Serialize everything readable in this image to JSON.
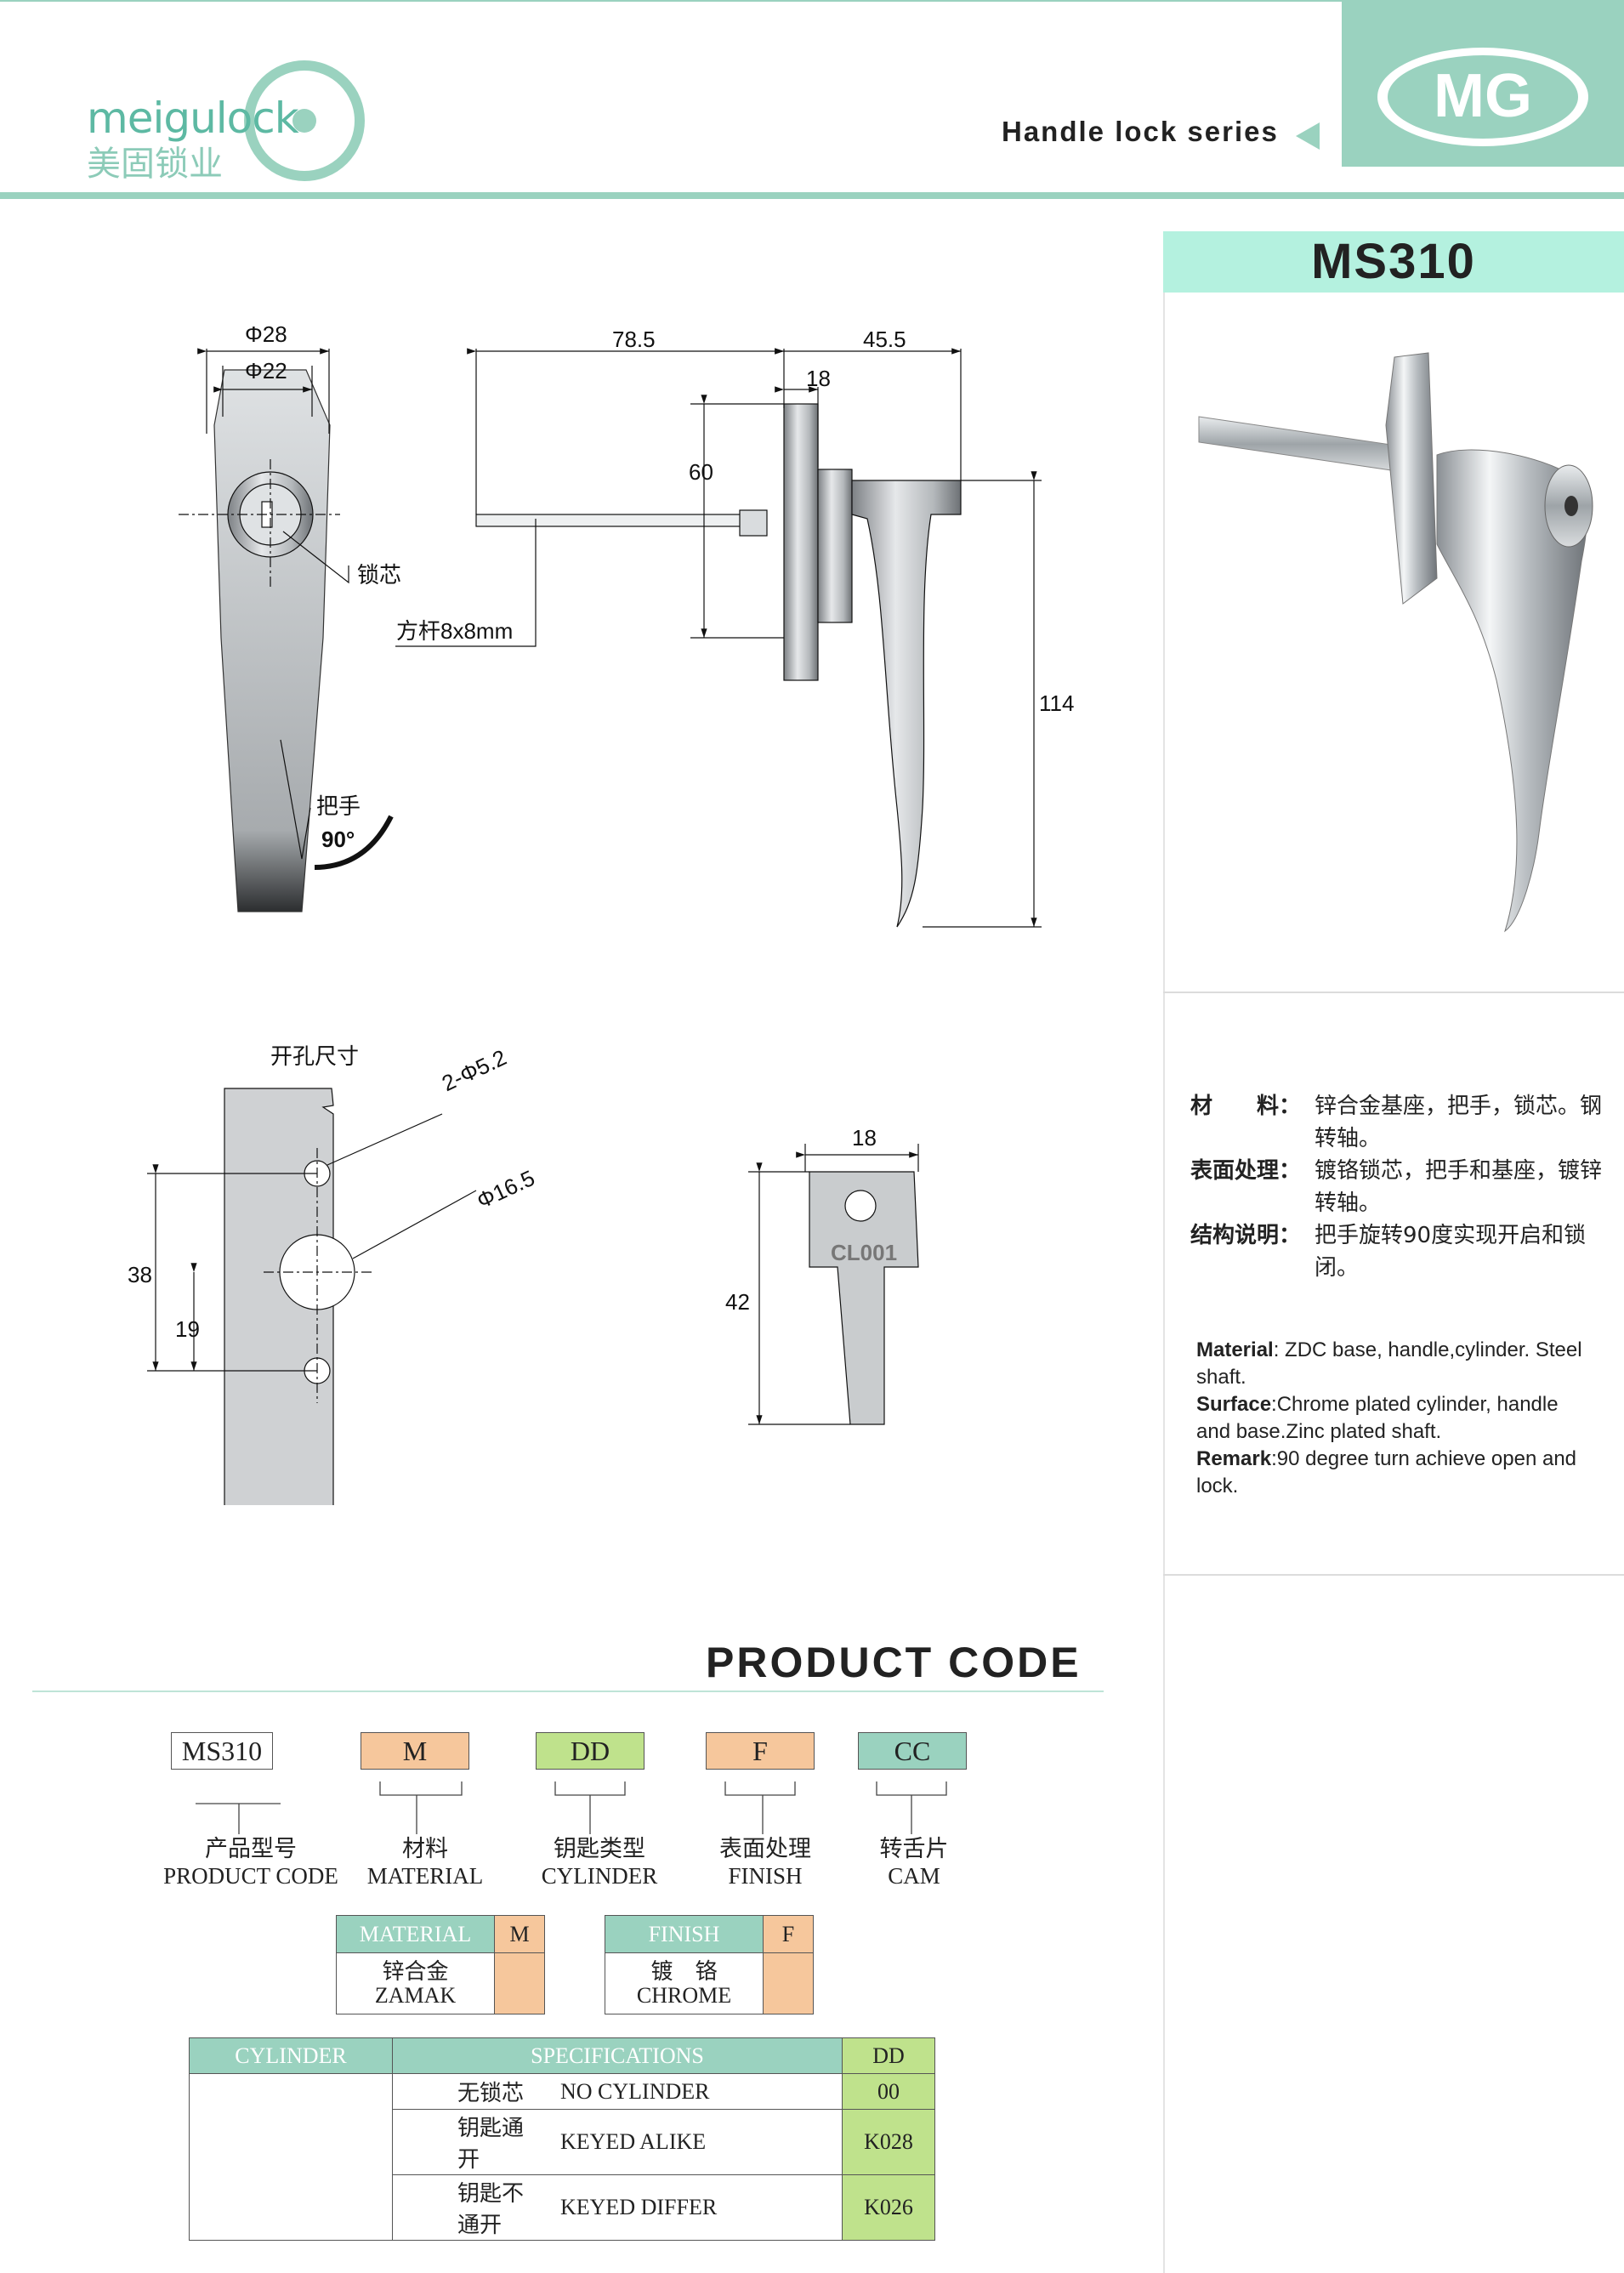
{
  "header": {
    "logo_text": "meigulock",
    "logo_cn": "美固锁业",
    "series": "Handle lock series",
    "badge": "MG"
  },
  "model": "MS310",
  "drawing": {
    "front": {
      "phi28": "Φ28",
      "phi22": "Φ22",
      "cylinder_label": "锁芯",
      "handle_label": "把手",
      "angle": "90°"
    },
    "side": {
      "d78": "78.5",
      "d45": "45.5",
      "d18": "18",
      "d60": "60",
      "d114": "114",
      "shaft_label": "方杆8x8mm"
    },
    "cutout": {
      "title": "开孔尺寸",
      "hole_small": "2-Φ5.2",
      "hole_big": "Φ16.5",
      "d38": "38",
      "d19": "19"
    },
    "key": {
      "width": "18",
      "height": "42",
      "code": "CL001"
    }
  },
  "specs_cn": [
    {
      "label": "材　　料：",
      "value": "锌合金基座，把手，锁芯。钢转轴。"
    },
    {
      "label": "表面处理：",
      "value": "镀铬锁芯，把手和基座，镀锌转轴。"
    },
    {
      "label": "结构说明：",
      "value": "把手旋转90度实现开启和锁闭。"
    }
  ],
  "specs_en": [
    {
      "label": "Material",
      "sep": ":",
      "value": "ZDC base, handle,cylinder. Steel shaft."
    },
    {
      "label": "Surface",
      "sep": ":",
      "value": "Chrome plated cylinder, handle and base.Zinc plated shaft."
    },
    {
      "label": "Remark",
      "sep": ":",
      "value": "90 degree turn achieve open and lock."
    }
  ],
  "product_code": {
    "title": "PRODUCT CODE",
    "boxes": [
      {
        "code": "MS310",
        "color": "#ffffff",
        "cn": "产品型号",
        "en": "PRODUCT CODE"
      },
      {
        "code": "M",
        "color": "#f6c79c",
        "cn": "材料",
        "en": "MATERIAL"
      },
      {
        "code": "DD",
        "color": "#bfe28c",
        "cn": "钥匙类型",
        "en": "CYLINDER"
      },
      {
        "code": "F",
        "color": "#f6c79c",
        "cn": "表面处理",
        "en": "FINISH"
      },
      {
        "code": "CC",
        "color": "#9ad2bf",
        "cn": "转舌片",
        "en": "CAM"
      }
    ],
    "material_table": {
      "h1": "MATERIAL",
      "h2": "M",
      "cn": "锌合金",
      "en": "ZAMAK"
    },
    "finish_table": {
      "h1": "FINISH",
      "h2": "F",
      "cn": "镀　铬",
      "en": "CHROME"
    },
    "cylinder_table": {
      "h1": "CYLINDER",
      "h2": "SPECIFICATIONS",
      "h3": "DD",
      "rows": [
        {
          "cn": "无锁芯",
          "en": "NO CYLINDER",
          "code": "00"
        },
        {
          "cn": "钥匙通开",
          "en": "KEYED ALIKE",
          "code": "K028"
        },
        {
          "cn": "钥匙不通开",
          "en": "KEYED DIFFER",
          "code": "K026"
        }
      ]
    }
  }
}
